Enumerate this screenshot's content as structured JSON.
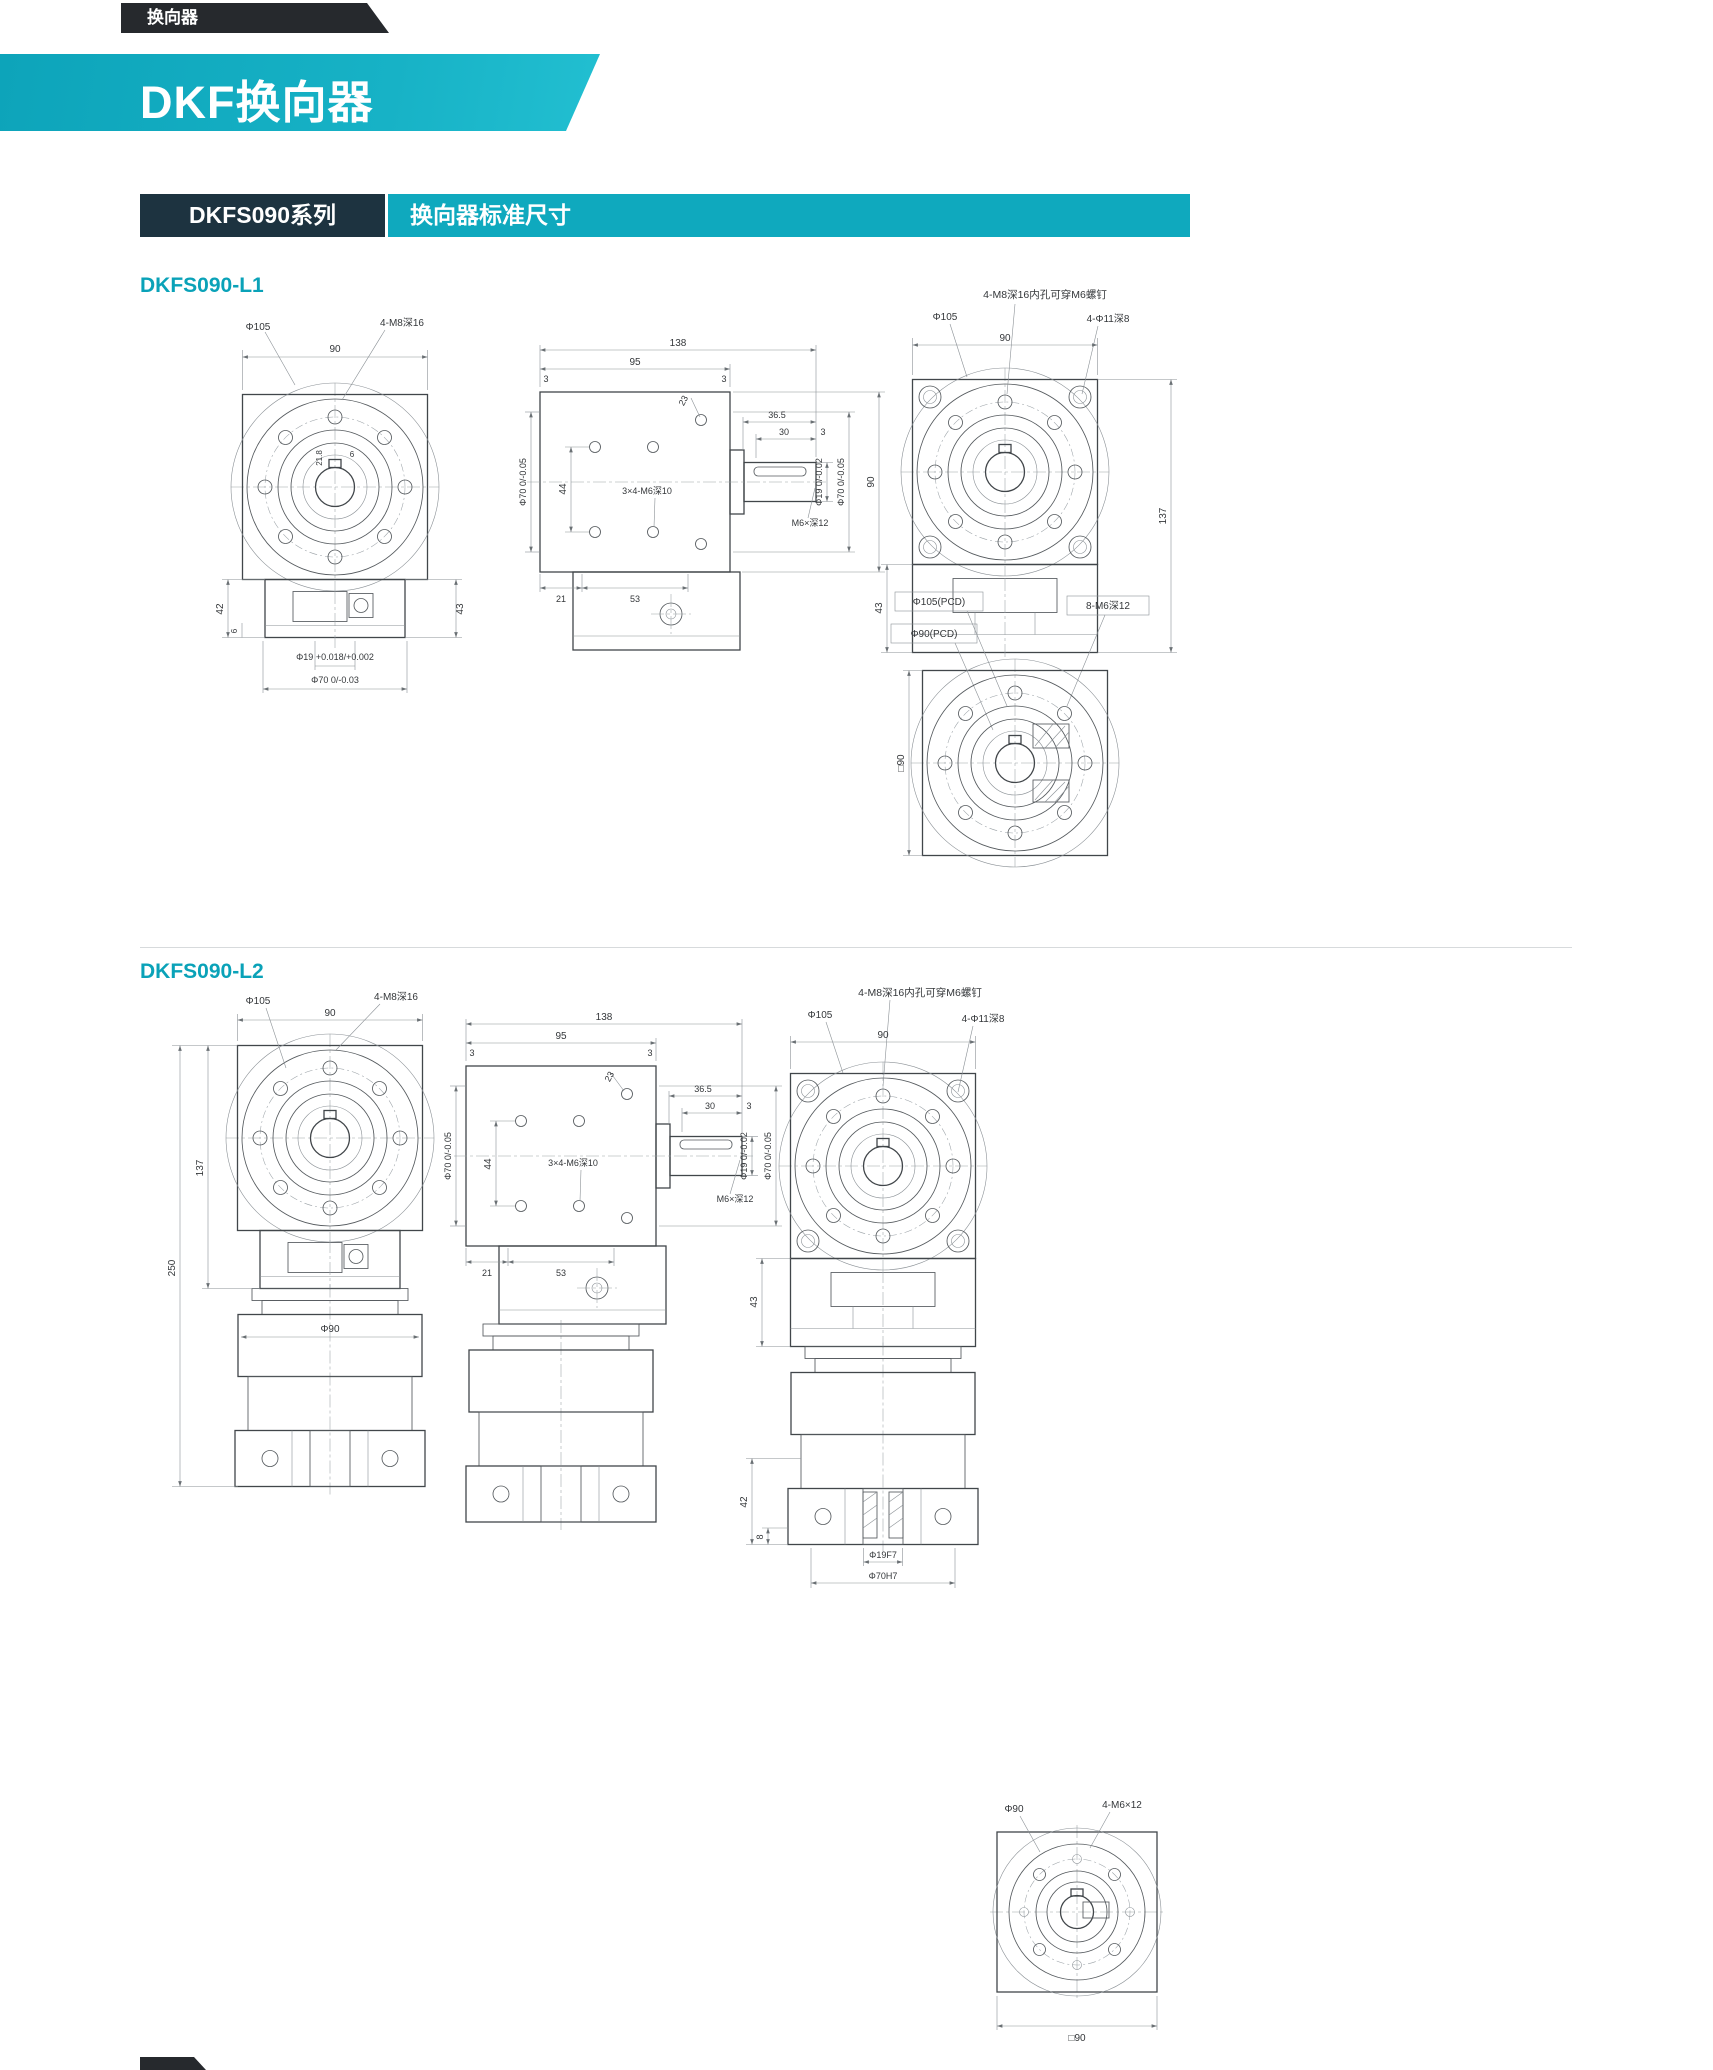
{
  "header": {
    "tab": "换向器",
    "title": "DKF换向器"
  },
  "section": {
    "series": "DKFS090系列",
    "title": "换向器标准尺寸"
  },
  "models": {
    "l1": "DKFS090-L1",
    "l2": "DKFS090-L2"
  },
  "colors": {
    "accent_teal": "#0fa9be",
    "series_box": "#1d3340",
    "tab_dark": "#26292d",
    "drawing_line": "#41464a",
    "model_label": "#0aa2b8"
  },
  "dims": {
    "l1_front": {
      "pcd": "Φ105",
      "tap": "4-M8深16",
      "width": "90",
      "key_depth": "21.8",
      "key_width": "6",
      "h42": "42",
      "h6": "6",
      "h43": "43",
      "bore": "Φ19 +0.018/+0.002",
      "spigot": "Φ70 0/-0.03"
    },
    "l1_side": {
      "len138": "138",
      "len95": "95",
      "off3l": "3",
      "off3r": "3",
      "d23": "23",
      "len365": "36.5",
      "len30": "30",
      "off3s": "3",
      "h44": "44",
      "spigot_l": "Φ70 0/-0.05",
      "taps": "3×4-M6深10",
      "shaft": "Φ19 0/-0.02",
      "spigot_r": "Φ70 0/-0.05",
      "end_tap": "M6×深12",
      "h90": "90",
      "p21": "21",
      "p53": "53"
    },
    "l1_back": {
      "note": "4-M8深16内孔可穿M6螺钉",
      "pcd": "Φ105",
      "cbore": "4-Φ11深8",
      "width": "90",
      "h43": "43",
      "h137": "137"
    },
    "l1_bottom": {
      "pcd105": "Φ105(PCD)",
      "tap": "8-M6深12",
      "pcd90": "Φ90(PCD)",
      "sq": "□90"
    },
    "l2_front": {
      "pcd": "Φ105",
      "tap": "4-M8深16",
      "width": "90",
      "h137": "137",
      "h250": "250",
      "d90": "Φ90"
    },
    "l2_side": {
      "len138": "138",
      "len95": "95",
      "off3l": "3",
      "off3r": "3",
      "d23": "23",
      "len365": "36.5",
      "len30": "30",
      "off3s": "3",
      "h44": "44",
      "spigot_l": "Φ70 0/-0.05",
      "taps": "3×4-M6深10",
      "shaft": "Φ19 0/-0.02",
      "spigot_r": "Φ70 0/-0.05",
      "end_tap": "M6×深12",
      "p21": "21",
      "p53": "53"
    },
    "l2_back": {
      "note": "4-M8深16内孔可穿M6螺钉",
      "pcd": "Φ105",
      "cbore": "4-Φ11深8",
      "width": "90",
      "h43": "43",
      "h42": "42",
      "h8": "8",
      "bore": "Φ19F7",
      "spigot": "Φ70H7"
    },
    "l2_flange": {
      "d90": "Φ90",
      "tap": "4-M6×12",
      "sq": "□90"
    }
  }
}
